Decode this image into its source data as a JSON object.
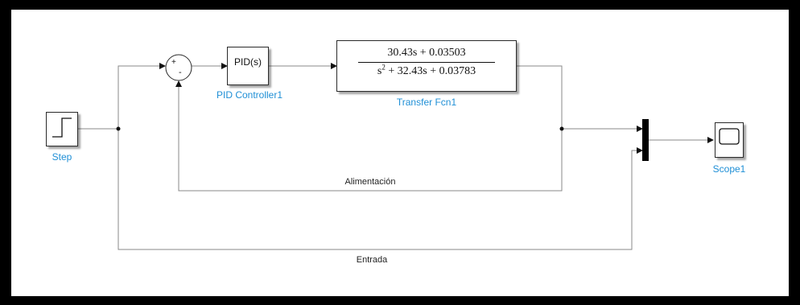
{
  "diagram": {
    "blocks": {
      "step": {
        "label": "Step",
        "icon": "step-signal-icon"
      },
      "sum": {
        "signs": [
          "+",
          "-"
        ]
      },
      "pid": {
        "text": "PID(s)",
        "label": "PID Controller1"
      },
      "transfer": {
        "numerator": "30.43s + 0.03503",
        "denominator_lead": "s",
        "denominator_power": "2",
        "denominator_tail": " + 32.43s + 0.03783",
        "label": "Transfer Fcn1"
      },
      "mux": {
        "icon": "mux-bar-icon"
      },
      "scope": {
        "label": "Scope1",
        "icon": "scope-screen-icon"
      }
    },
    "signals": {
      "feedback": "Alimentación",
      "reference": "Entrada"
    },
    "colors": {
      "block_label": "#1f8fd6",
      "wire": "#8a8a8a",
      "frame": "#000000"
    }
  }
}
